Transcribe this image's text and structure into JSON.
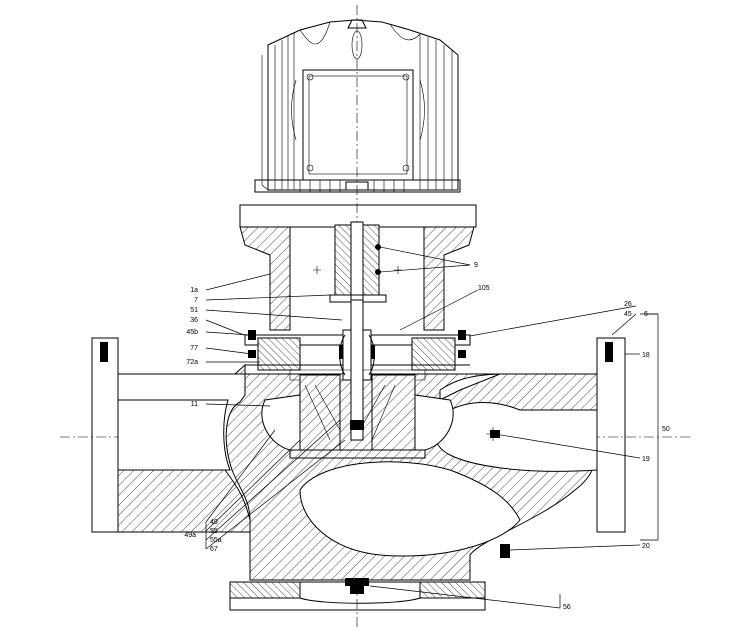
{
  "callouts_left": [
    {
      "id": "c-1a",
      "text": "1a"
    },
    {
      "id": "c-7",
      "text": "7"
    },
    {
      "id": "c-51",
      "text": "51"
    },
    {
      "id": "c-36",
      "text": "36"
    },
    {
      "id": "c-45b",
      "text": "45b"
    },
    {
      "id": "c-77",
      "text": "77"
    },
    {
      "id": "c-72a",
      "text": "72a"
    },
    {
      "id": "c-11",
      "text": "11"
    }
  ],
  "callouts_right": [
    {
      "id": "c-9",
      "text": "9"
    },
    {
      "id": "c-105",
      "text": "105"
    },
    {
      "id": "c-26",
      "text": "26"
    },
    {
      "id": "c-45",
      "text": "45"
    },
    {
      "id": "c-6",
      "text": "6"
    },
    {
      "id": "c-18",
      "text": "18"
    },
    {
      "id": "c-50",
      "text": "50"
    },
    {
      "id": "c-19",
      "text": "19"
    },
    {
      "id": "c-20",
      "text": "20"
    },
    {
      "id": "c-56",
      "text": "56"
    }
  ],
  "callouts_bottom_left": [
    {
      "id": "c-49a",
      "text": "49a"
    },
    {
      "id": "c-49",
      "text": "49"
    },
    {
      "id": "c-55",
      "text": "55"
    },
    {
      "id": "c-55a",
      "text": "55a"
    },
    {
      "id": "c-67",
      "text": "67"
    }
  ]
}
